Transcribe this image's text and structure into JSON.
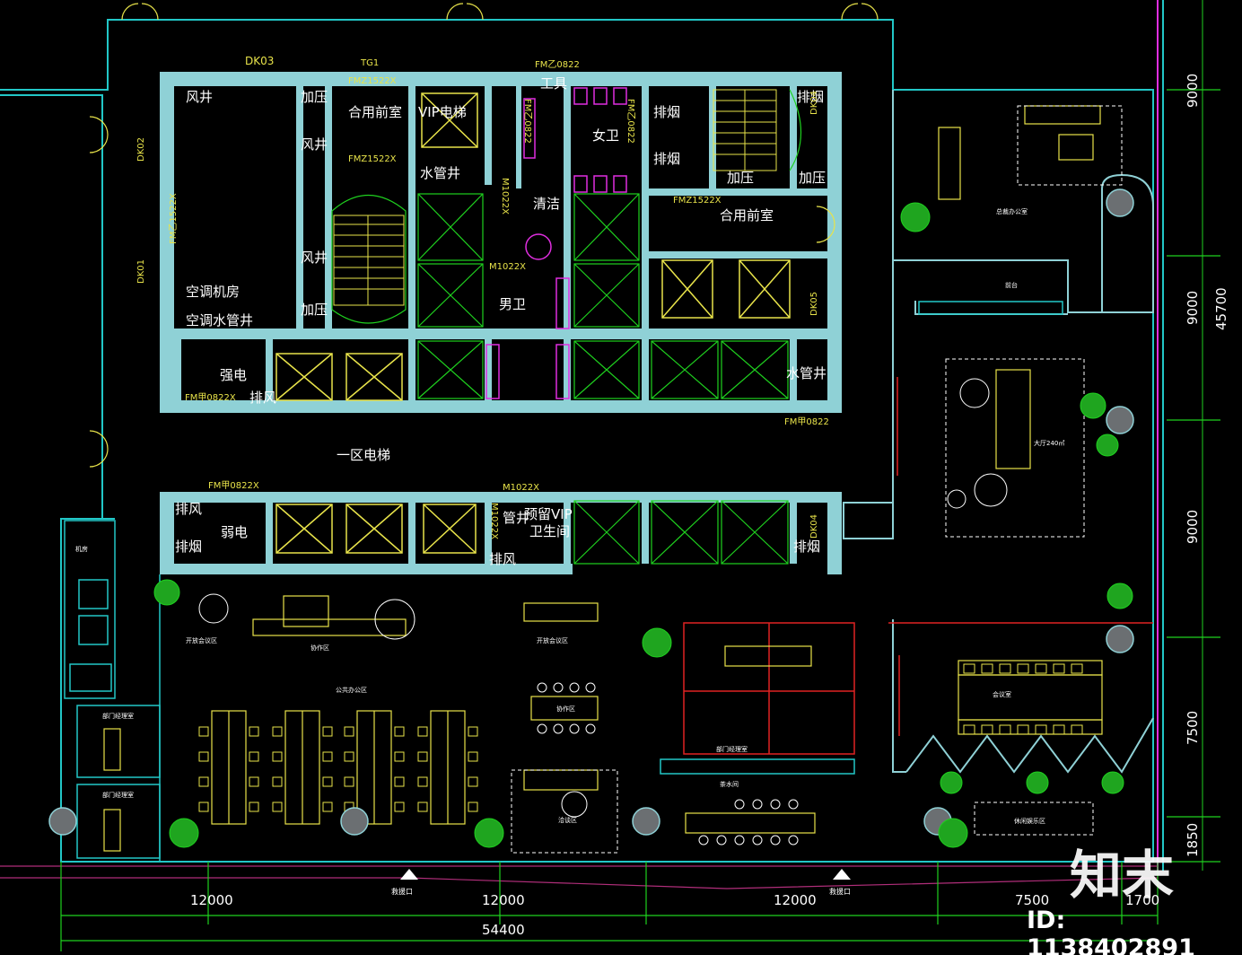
{
  "rooms": {
    "fengjing_1": "风井",
    "jiaya_1": "加压",
    "heyong_qianshi_1": "合用前室",
    "vip_elevator": "VIP电梯",
    "gongju": "工具",
    "nvwei": "女卫",
    "paiyan_1": "排烟",
    "paiyan_2": "排烟",
    "fengjing_2": "风井",
    "shuiguanjing_1": "水管井",
    "qingjie": "清洁",
    "jiaya_2": "加压",
    "jiaya_3": "加压",
    "heyong_qianshi_2": "合用前室",
    "fengjing_3": "风井",
    "kongtiao_jifang": "空调机房",
    "kongtiao_shuiguanjing": "空调水管井",
    "jiaya_4": "加压",
    "nanwei": "男卫",
    "qiangdian": "强电",
    "paifeng_1": "排风",
    "shuiguanjing_2": "水管井",
    "yiqu_dianti": "一区电梯",
    "paifeng_2": "排风",
    "paiyan_3": "排烟",
    "ruodian": "弱电",
    "guanjing": "管井",
    "vip_toilet_1": "预留VIP",
    "vip_toilet_2": "卫生间",
    "paifeng_3": "排风",
    "paiyan_4": "排烟",
    "jifang": "机房",
    "kaifang_huiyi_1": "开放会议区",
    "xiezuoqu_1": "协作区",
    "kaifang_huiyi_2": "开放会议区",
    "gonggong_bangong": "公共办公区",
    "xiezuoqu_2": "协作区",
    "bumen_jingli_1": "部门经理室",
    "bumen_jingli_2": "部门经理室",
    "bumen_jingli_3": "部门经理室",
    "qiatanqu": "洽谈区",
    "chashuijian": "茶水间",
    "huiyishi": "会议室",
    "xiuxian_yule": "休闲娱乐区",
    "zongcai_office": "总裁办公室",
    "qiantai": "前台",
    "dating": "大厅240㎡"
  },
  "tags": {
    "dk03": "DK03",
    "dk02": "DK02",
    "dk01": "DK01",
    "dk04": "DK04",
    "dk05": "DK05",
    "dk04b": "DK04",
    "tg1": "TG1",
    "fmz1522x_1": "FMZ1522X",
    "fmz1522x_2": "FMZ1522X",
    "fmz1522x_3": "FMZ1522X",
    "fm0822_1": "FM乙0822",
    "fm0822x_2": "FM甲0822X",
    "fm0822_3": "FM甲0822",
    "fm0822x_4": "FM甲0822X",
    "m1022x_1": "M1022X",
    "m1022x_2": "M1022X",
    "m1022x_3": "M1022X",
    "m1022x_4": "M1022X",
    "fm1522x_v": "FM乙1522X",
    "fm0822_v": "FM乙0822",
    "fm0822_v2": "FM乙0822"
  },
  "dims_bottom": [
    "12000",
    "12000",
    "12000",
    "7500",
    "1700"
  ],
  "dim_total": "54400",
  "dims_right": [
    "9000",
    "9000",
    "9000",
    "7500",
    "1850"
  ],
  "dim_right_total": "45700",
  "escape": [
    "救援口",
    "救援口"
  ],
  "watermark": {
    "brand": "知末",
    "id": "ID: 1138402891"
  },
  "colors": {
    "wall": "#8fd1d6",
    "cyan": "#22c7c7",
    "yellow": "#e8e34a",
    "green": "#1fd11f",
    "magenta": "#e02ee0",
    "red": "#e02222",
    "grid": "#b02e7a"
  }
}
